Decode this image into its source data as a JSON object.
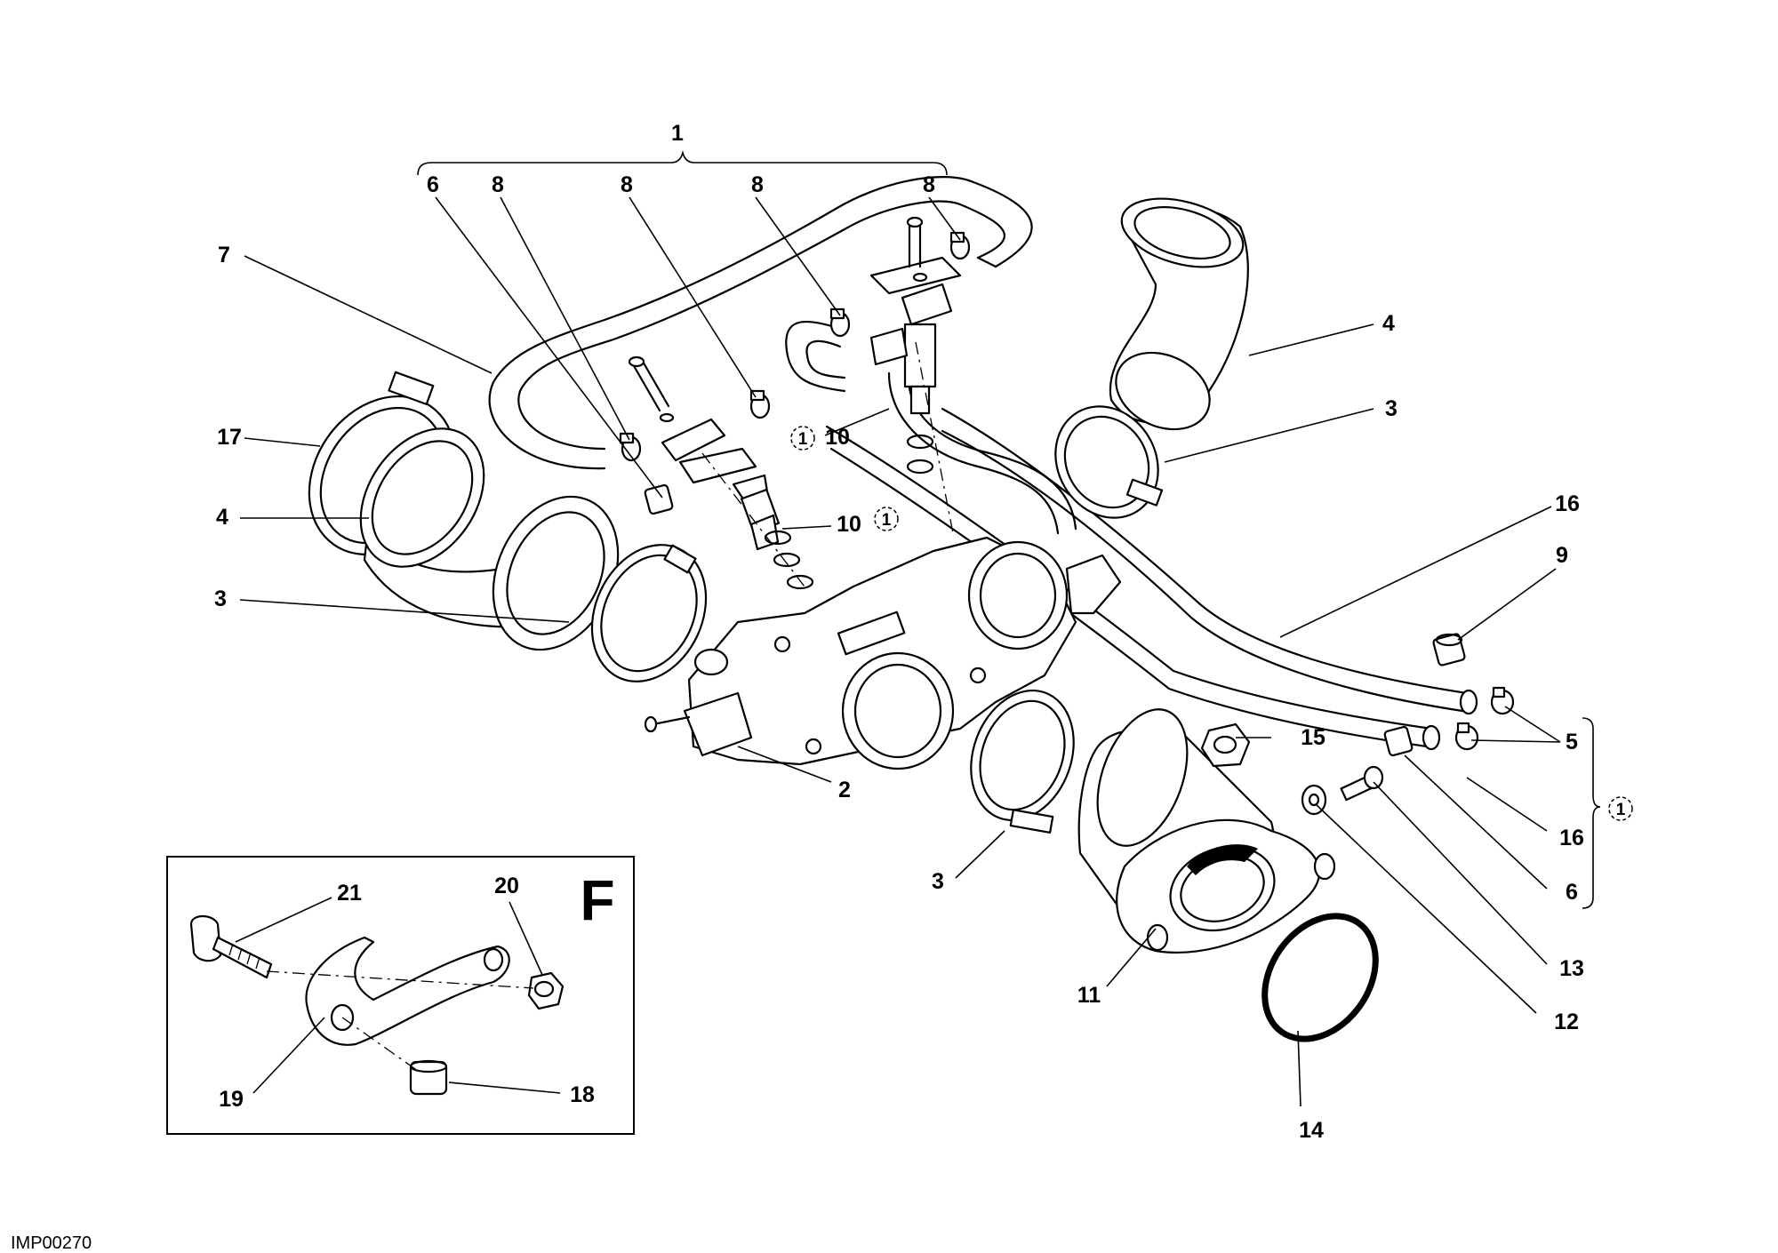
{
  "document_code": "IMP00270",
  "inset": {
    "letter": "F",
    "callouts": {
      "c18": "18",
      "c19": "19",
      "c20": "20",
      "c21": "21"
    }
  },
  "callouts": {
    "c1": "1",
    "c2": "2",
    "c3a": "3",
    "c3b": "3",
    "c3c": "3",
    "c4a": "4",
    "c4b": "4",
    "c5": "5",
    "c6a": "6",
    "c6b": "6",
    "c7": "7",
    "c8a": "8",
    "c8b": "8",
    "c8c": "8",
    "c8d": "8",
    "c9": "9",
    "c10a": "10",
    "c10b": "10",
    "c11": "11",
    "c12": "12",
    "c13": "13",
    "c14": "14",
    "c15": "15",
    "c16a": "16",
    "c16b": "16",
    "c17": "17"
  },
  "circled_refs": {
    "r1": "1",
    "r2": "1",
    "r3": "1"
  }
}
